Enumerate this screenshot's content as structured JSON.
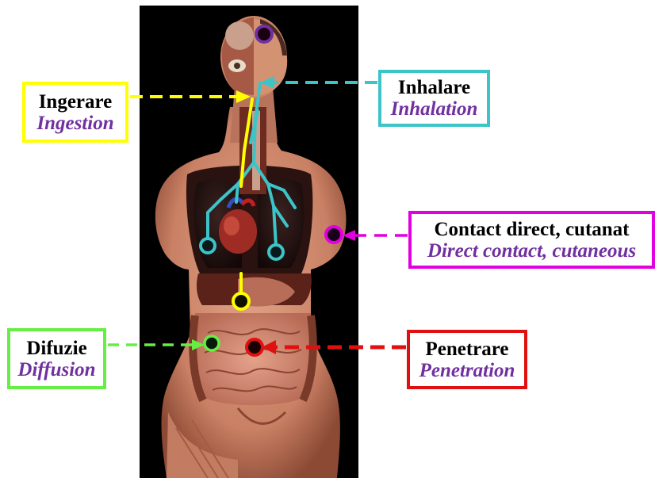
{
  "colors": {
    "ingestion": "#ffff00",
    "inhalation": "#3cc4c8",
    "contact": "#e000e0",
    "diffusion": "#66ee44",
    "penetration": "#e01010",
    "english_text": "#7030a0"
  },
  "labels": {
    "ingestion": {
      "ro": "Ingerare",
      "en": "Ingestion"
    },
    "inhalation": {
      "ro": "Inhalare",
      "en": "Inhalation"
    },
    "contact": {
      "ro": "Contact direct, cutanat",
      "en": "Direct contact, cutaneous"
    },
    "diffusion": {
      "ro": "Difuzie",
      "en": "Diffusion"
    },
    "penetration": {
      "ro": "Penetrare",
      "en": "Penetration"
    }
  }
}
